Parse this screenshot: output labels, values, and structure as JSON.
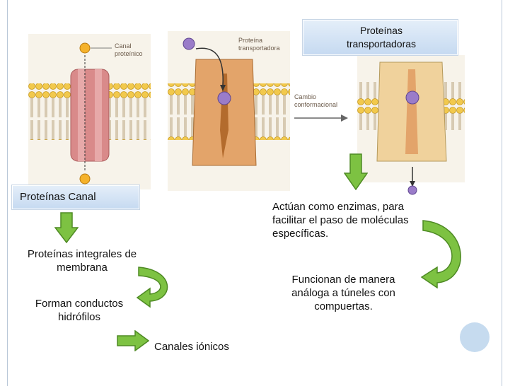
{
  "figure": {
    "label_canal": "Canal proteínico",
    "label_transportadora": "Proteína transportadora",
    "label_cambio": "Cambio conformacional"
  },
  "boxes": {
    "transportadoras": "Proteínas transportadoras",
    "canal": "Proteínas Canal"
  },
  "text": {
    "integrales": "Proteínas integrales de membrana",
    "conductos": "Forman conductos hidrófilos",
    "canales": "Canales iónicos",
    "enzimas": "Actúan como enzimas, para facilitar el paso de moléculas específicas.",
    "funcionan": "Funcionan de manera análoga a túneles con compuertas."
  },
  "colors": {
    "arrow_green": "#7dc242",
    "arrow_green_stroke": "#4e8a24",
    "lipid_head": "#f2c94c",
    "lipid_tail": "#b7a07a",
    "canal_protein": "#d98a8a",
    "carrier_protein": "#e3a46a",
    "box_fill": "#c6daf1",
    "deco_circle": "#c6dbef"
  }
}
